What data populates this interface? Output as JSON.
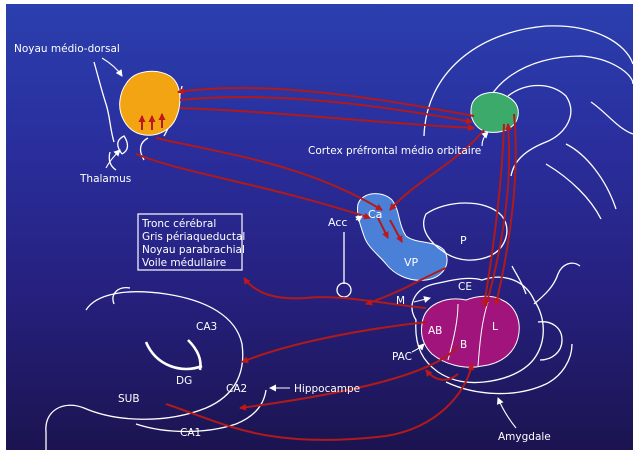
{
  "labels": {
    "noyau_medio_dorsal": "Noyau médio-dorsal",
    "thalamus": "Thalamus",
    "cortex_prefrontal": "Cortex préfrontal médio orbitaire",
    "acc": "Acc",
    "ca": "Ca",
    "vp": "VP",
    "p": "P",
    "ce": "CE",
    "m": "M",
    "ab": "AB",
    "l": "L",
    "b": "B",
    "pac": "PAC",
    "amygdale": "Amygdale",
    "hippocampe": "Hippocampe",
    "ca3": "CA3",
    "dg": "DG",
    "ca2": "CA2",
    "sub": "SUB",
    "ca1": "CA1"
  },
  "brainstem_box": {
    "lines": [
      "Tronc cérébral",
      "Gris périaqueductal",
      "Noyau parabrachial",
      "Voile médullaire"
    ]
  },
  "colors": {
    "background_top": "#2b3fae",
    "background_bottom": "#1b1450",
    "arrow": "#b01a1a",
    "noyau": "#f0a010",
    "cortex": "#3caa6a",
    "striatum": "#4a80d8",
    "amygdala_nuclei": "#a0147c"
  }
}
